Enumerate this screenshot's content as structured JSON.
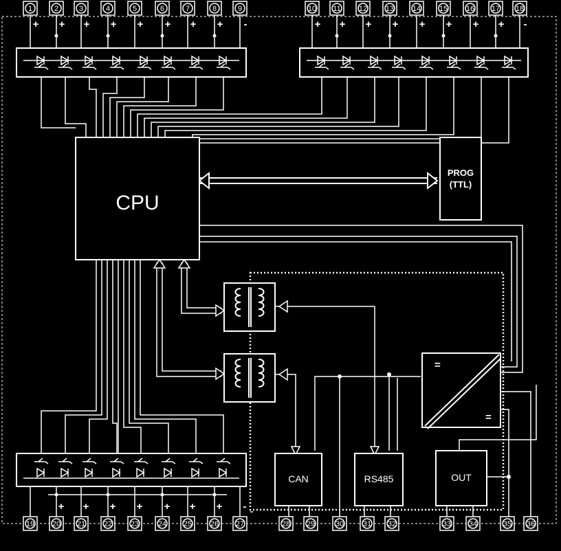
{
  "blocks": {
    "cpu": "CPU",
    "prog_line1": "PROG",
    "prog_line2": "(TTL)",
    "can": "CAN",
    "rs485": "RS485",
    "out": "OUT"
  },
  "terminals_top_left": [
    "1",
    "2",
    "3",
    "4",
    "5",
    "6",
    "7",
    "8",
    "9"
  ],
  "terminals_top_right": [
    "10",
    "11",
    "12",
    "13",
    "14",
    "15",
    "16",
    "17",
    "18"
  ],
  "terminals_bottom": [
    "19",
    "20",
    "21",
    "22",
    "23",
    "24",
    "25",
    "26",
    "27",
    "28",
    "29",
    "30",
    "31",
    "32",
    "33",
    "34",
    "35",
    "36"
  ],
  "polarity": {
    "plus": "+",
    "minus": "-"
  },
  "dcdc_marks": {
    "input": "=",
    "output": "="
  }
}
